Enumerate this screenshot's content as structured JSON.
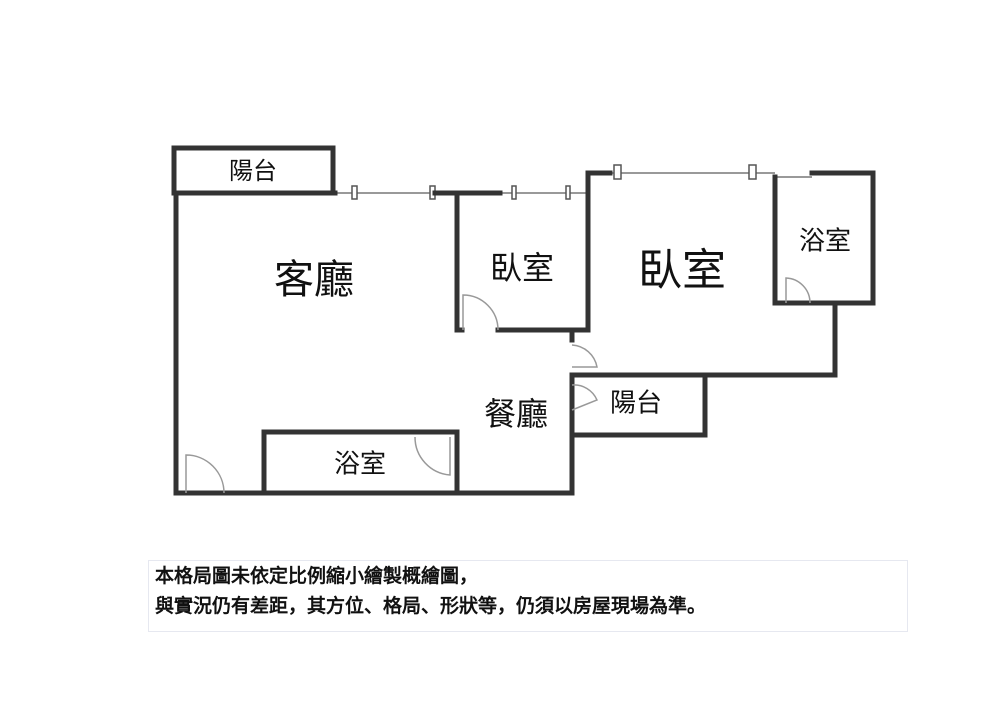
{
  "rooms": {
    "balcony_top": "陽台",
    "living_room": "客廳",
    "bedroom_small": "臥室",
    "bedroom_large": "臥室",
    "bathroom_right": "浴室",
    "dining_room": "餐廳",
    "balcony_right": "陽台",
    "bathroom_bottom": "浴室"
  },
  "disclaimer": {
    "line1": "本格局圖未依定比例縮小繪製概繪圖，",
    "line2": "與實況仍有差距，其方位、格局、形狀等，仍須以房屋現場為準。"
  }
}
